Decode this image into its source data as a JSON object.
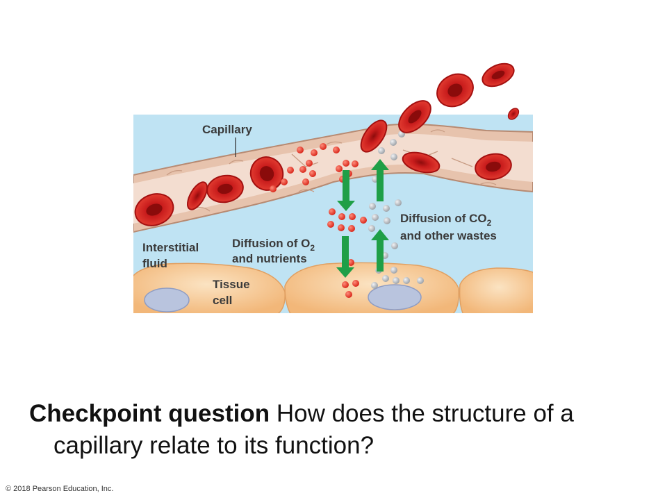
{
  "diagram": {
    "labels": {
      "capillary": "Capillary",
      "interstitial_line1": "Interstitial",
      "interstitial_line2": "fluid",
      "o2_line1_prefix": "Diffusion of O",
      "o2_subscript": "2",
      "o2_line2": "and nutrients",
      "co2_line1_prefix": "Diffusion of CO",
      "co2_subscript": "2",
      "co2_line2": "and other wastes",
      "tissue_line1": "Tissue",
      "tissue_line2": "cell"
    },
    "colors": {
      "interstitial_fluid": "#bfe3f3",
      "capillary_wall": "#e7c3ad",
      "plasma": "#f3ddd0",
      "red_blood_cell": "#cc1f1f",
      "tissue_cell": "#f6c98f",
      "nucleus": "#b9c4de",
      "oxygen_dot": "#e33b2e",
      "waste_dot": "#b4b8bd",
      "arrow": "#1f9f47"
    },
    "icons": [
      "red-blood-cell-icon",
      "oxygen-molecule-icon",
      "waste-molecule-icon",
      "diffusion-arrow-icon"
    ]
  },
  "question": {
    "lead": "Checkpoint question",
    "line1_rest": " How does the structure of a",
    "line2": "capillary relate to its function?"
  },
  "footer": {
    "copyright": "© 2018 Pearson Education, Inc."
  }
}
